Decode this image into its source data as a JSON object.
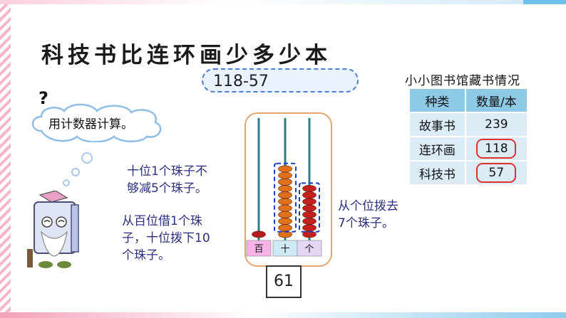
{
  "title": "科技书比连环画少多少本",
  "expression": "118-57",
  "question_mark": "?",
  "cloud_text": "用计数器计算。",
  "notes": {
    "tens_short": [
      "十位1个珠子不",
      "够减5个珠子。"
    ],
    "borrow": [
      "从百位借1个珠",
      "子，十位拨下10",
      "个珠子。"
    ],
    "ones_remove": [
      "从个位拨去",
      "7个珠子。"
    ]
  },
  "abacus": {
    "labels": [
      "百",
      "十",
      "个"
    ],
    "label_colors": [
      "#f6b3e8",
      "#cfe9f6",
      "#e4d7f5"
    ],
    "bead_counts": {
      "hundreds": 1,
      "tens": 11,
      "ones": 8
    },
    "bead_colors": {
      "hundreds": "#b31f1f",
      "tens": "#e0701c",
      "ones": "#c42020"
    },
    "rod_color": "#2f7c88"
  },
  "result": "61",
  "table": {
    "title": "小小图书馆藏书情况",
    "headers": [
      "种类",
      "数量/本"
    ],
    "rows": [
      {
        "kind": "故事书",
        "count": "239",
        "highlight": false
      },
      {
        "kind": "连环画",
        "count": "118",
        "highlight": true
      },
      {
        "kind": "科技书",
        "count": "57",
        "highlight": true
      }
    ]
  },
  "icons": {
    "character": "book-character-icon",
    "thought": "thought-bubble-icon"
  }
}
